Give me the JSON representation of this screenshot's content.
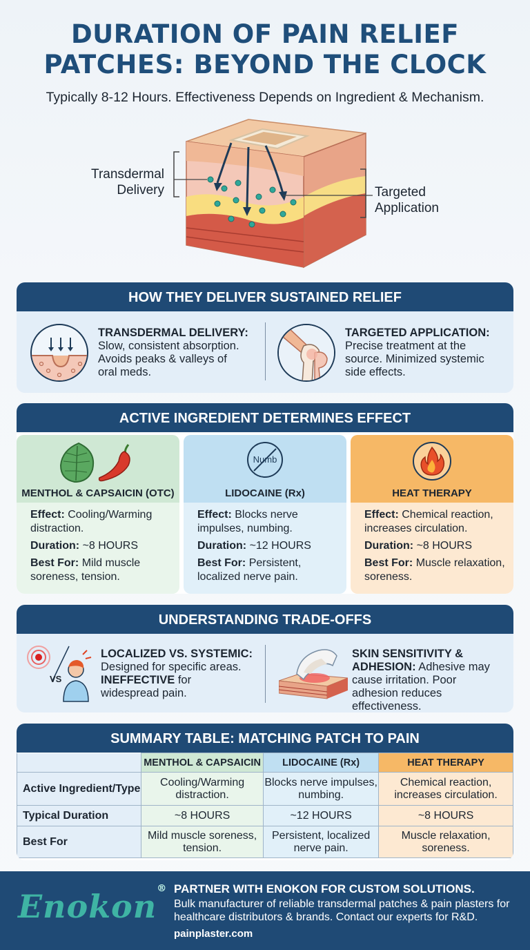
{
  "header": {
    "title_line1": "DURATION OF PAIN RELIEF",
    "title_line2": "PATCHES: BEYOND THE CLOCK",
    "subtitle": "Typically 8-12 Hours. Effectiveness Depends on Ingredient & Mechanism."
  },
  "hero": {
    "left_label_line1": "Transdermal",
    "left_label_line2": "Delivery",
    "right_label_line1": "Targeted",
    "right_label_line2": "Application",
    "icon": "skin-cross-section-illustration"
  },
  "delivery": {
    "heading": "HOW THEY DELIVER SUSTAINED RELIEF",
    "left": {
      "title": "TRANSDERMAL DELIVERY:",
      "line1": "Slow, consistent absorption.",
      "line2": "Avoids peaks & valleys of",
      "line3": "oral meds.",
      "icon": "skin-absorption-icon"
    },
    "right": {
      "title": "TARGETED APPLICATION:",
      "line1": "Precise treatment at the",
      "line2": "source. Minimized systemic",
      "line3": "side effects.",
      "icon": "knee-joint-icon"
    }
  },
  "ingredients": {
    "heading": "ACTIVE INGREDIENT DETERMINES EFFECT",
    "effect_label": "Effect:",
    "duration_label": "Duration:",
    "best_label": "Best For:",
    "cards": [
      {
        "name": "MENTHOL & CAPSAICIN (OTC)",
        "effect": "Cooling/Warming distraction.",
        "duration": "~8 HOURS",
        "best_for": "Mild muscle soreness, tension.",
        "icon": "mint-leaf-and-chili-icon"
      },
      {
        "name": "LIDOCAINE (Rx)",
        "effect": "Blocks nerve impulses, numbing.",
        "duration": "~12 HOURS",
        "best_for": "Persistent, localized nerve pain.",
        "icon": "no-numb-icon",
        "icon_text": "Numb"
      },
      {
        "name": "HEAT THERAPY",
        "effect": "Chemical reaction, increases circulation.",
        "duration": "~8 HOURS",
        "best_for": "Muscle relaxation, soreness.",
        "icon": "flame-icon"
      }
    ]
  },
  "tradeoffs": {
    "heading": "UNDERSTANDING TRADE-OFFS",
    "left": {
      "title": "LOCALIZED VS. SYSTEMIC:",
      "line1": "Designed for specific areas.",
      "strong": "INEFFECTIVE",
      "line2_rest": " for",
      "line3": "widespread pain.",
      "vs": "VS",
      "icon": "localized-vs-systemic-icon"
    },
    "right": {
      "title_line1": "SKIN SENSITIVITY &",
      "title_line2": "ADHESION:",
      "line1_rest": " Adhesive may",
      "line2": "cause irritation. Poor",
      "line3": "adhesion reduces",
      "line4": "effectiveness.",
      "icon": "skin-patch-irritation-icon"
    }
  },
  "summary": {
    "heading": "SUMMARY TABLE: MATCHING PATCH TO PAIN",
    "columns": [
      "MENTHOL & CAPSAICIN",
      "LIDOCAINE (Rx)",
      "HEAT THERAPY"
    ],
    "rows": [
      {
        "label": "Active Ingredient/Type",
        "cells": [
          "Cooling/Warming distraction.",
          "Blocks nerve impulses, numbing.",
          "Chemical reaction, increases circulation."
        ]
      },
      {
        "label": "Typical Duration",
        "cells": [
          "~8 HOURS",
          "~12 HOURS",
          "~8 HOURS"
        ]
      },
      {
        "label": "Best For",
        "cells": [
          "Mild muscle soreness, tension.",
          "Persistent, localized nerve pain.",
          "Muscle relaxation, soreness."
        ]
      }
    ]
  },
  "footer": {
    "brand": "Enokon",
    "registered": "®",
    "title": "PARTNER WITH ENOKON FOR CUSTOM SOLUTIONS.",
    "desc": "Bulk manufacturer of reliable transdermal patches & pain plasters for healthcare distributors & brands. Contact our experts for R&D.",
    "url": "painplaster.com"
  },
  "colors": {
    "navy": "#1f4a75",
    "title_blue": "#1f4e7a",
    "green": "#cfe8d4",
    "blue": "#bfdff2",
    "orange": "#f6b866",
    "teal_brand": "#3fb4a4"
  }
}
